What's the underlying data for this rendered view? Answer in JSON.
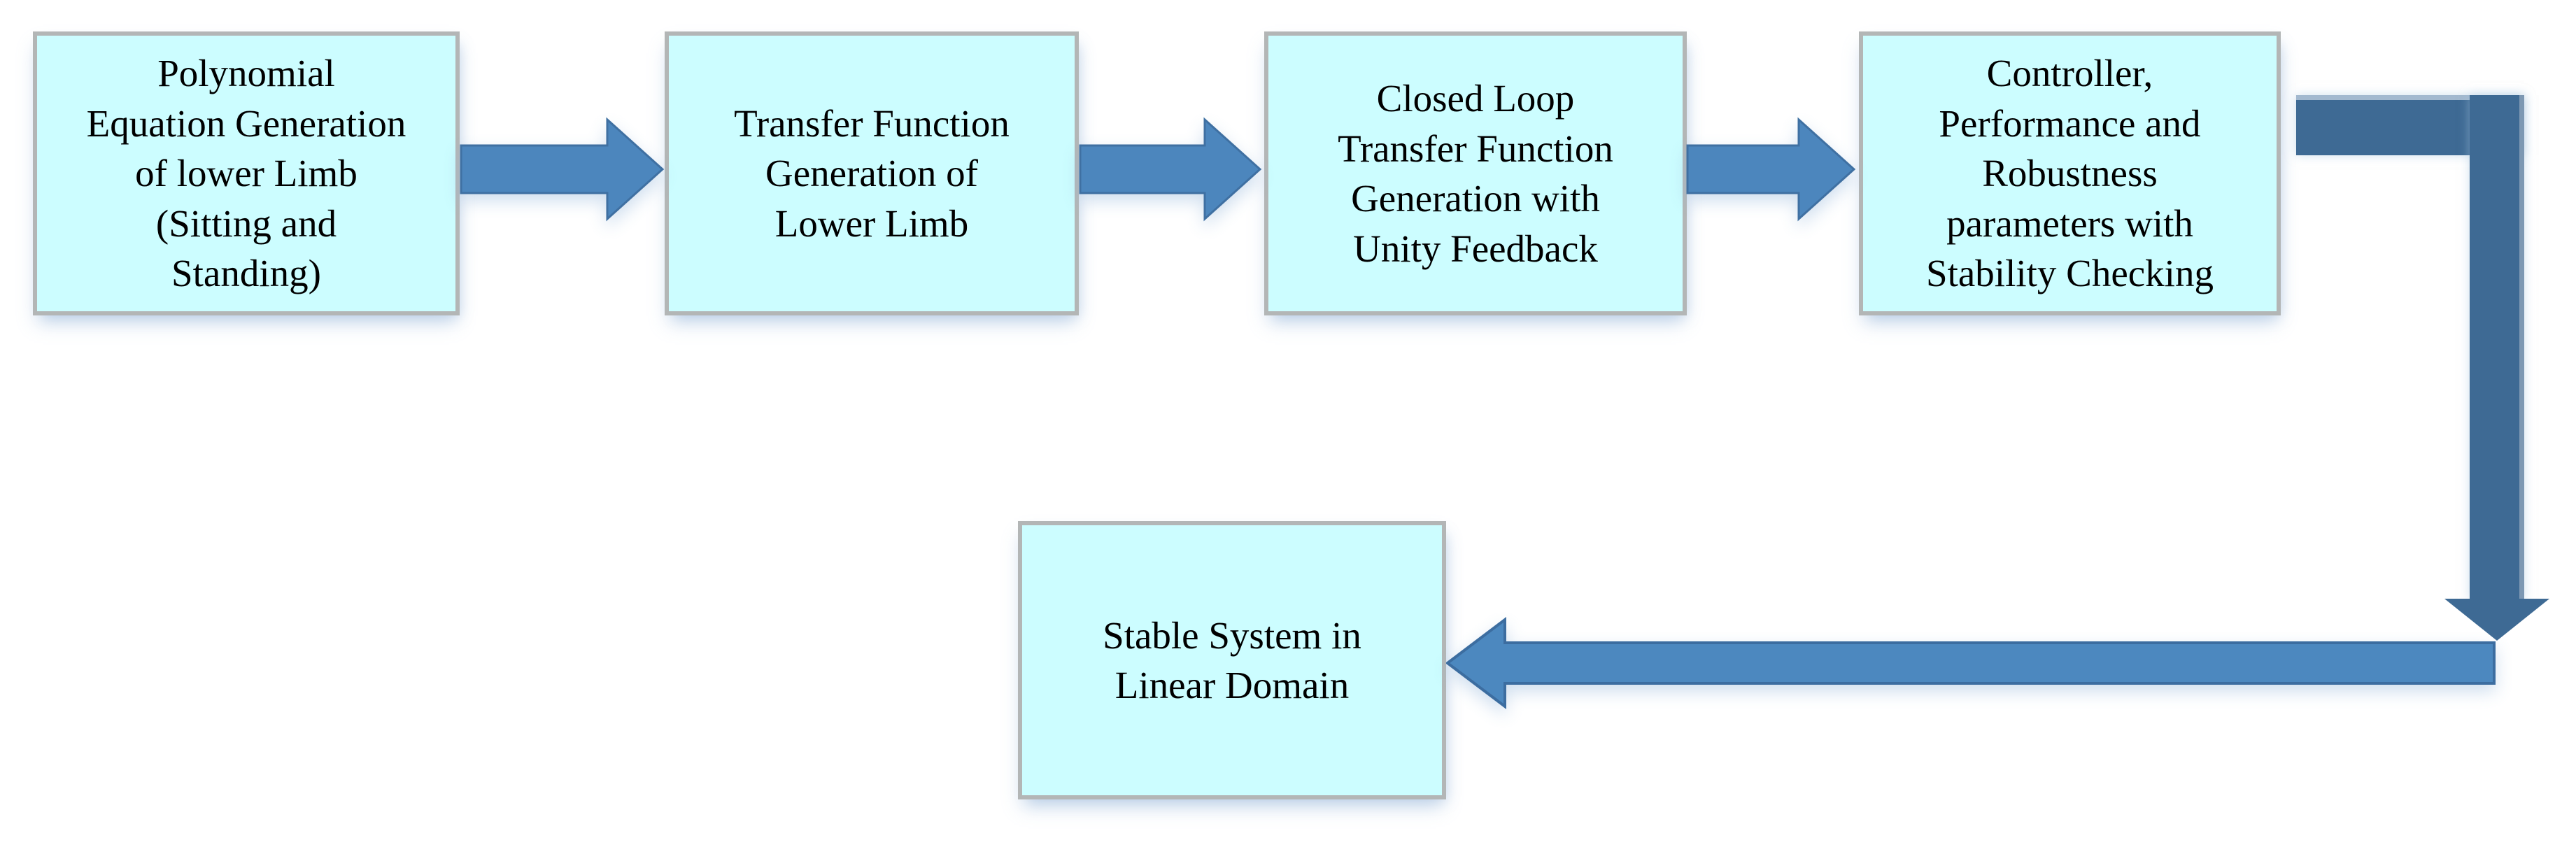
{
  "diagram": {
    "type": "flowchart",
    "background_color": "#ffffff",
    "node_fill_color": "#ccfdff",
    "node_border_color": "#b3b6b6",
    "arrow_fill_color": "#4c86bd",
    "elbow_arrow_color": "#3e6a94",
    "text_color": "#000000",
    "nodes": [
      {
        "id": "polynomial",
        "label": "Polynomial\nEquation Generation\nof lower Limb\n(Sitting and\nStanding)"
      },
      {
        "id": "transfer-function",
        "label": "Transfer Function\nGeneration of\nLower Limb"
      },
      {
        "id": "closed-loop",
        "label": "Closed Loop\nTransfer Function\nGeneration with\nUnity Feedback"
      },
      {
        "id": "controller",
        "label": "Controller,\nPerformance and\nRobustness\nparameters with\nStability Checking"
      },
      {
        "id": "stable-system",
        "label": "Stable System in\nLinear Domain"
      }
    ],
    "flow": [
      "polynomial -> transfer-function",
      "transfer-function -> closed-loop",
      "closed-loop -> controller",
      "controller -> stable-system"
    ]
  }
}
